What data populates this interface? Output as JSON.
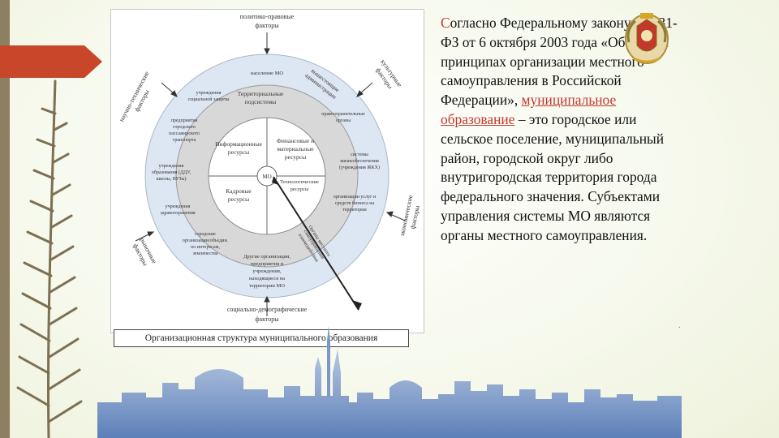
{
  "slide": {
    "caption": "Организационная структура муниципального образования",
    "text": {
      "first_letter": "С",
      "part1": "огласно Федеральному закону № 131-ФЗ от 6 октября 2003 года «Об общих принципах организации местного самоуправления в Российской Федерации», ",
      "highlight": "муниципальное образование",
      "part2": " – это городское или сельское поселение, муниципальный район, городской округ либо внутригородская территория города федерального значения. Субъектами управления системы МО являются органы местного самоуправления."
    },
    "dot": "."
  },
  "diagram": {
    "factors": {
      "top": [
        "политико-правовые",
        "факторы"
      ],
      "bottom": [
        "социально-демографические",
        "факторы"
      ],
      "left_top": [
        "научно-технические",
        "факторы"
      ],
      "right_top": [
        "культурные",
        "факторы"
      ],
      "right": [
        "экономические",
        "факторы"
      ],
      "left_bottom": [
        "рыночные",
        "факторы"
      ],
      "vyshestoyaschie": [
        "вышестоящие",
        "администрации"
      ]
    },
    "outer_ring": {
      "organy_mo": "население МО",
      "uchrezhdeniya_social": [
        "учреждения",
        "социальной защиты"
      ],
      "predpriyatiya_transport": [
        "предприятия",
        "городского",
        "пассажирского",
        "транспорта"
      ],
      "uchrezhdeniya_obrazovaniya": [
        "учреждения",
        "образования (ДДУ,",
        "школы, ВУЗы)"
      ],
      "uchrezhdeniya_zdravo": [
        "учреждения",
        "здравоохранения"
      ],
      "obschestvennye": [
        "городские",
        "организации/объедин.",
        "по интересам,",
        "землячества"
      ],
      "drugie": [
        "Другие организации,",
        "предприятия и",
        "учреждения,",
        "находящиеся на",
        "территории МО"
      ],
      "pravookhranitelnye": [
        "правоохранительные",
        "органы"
      ],
      "sistemy_zhkh": [
        "системы",
        "жизнеобеспечения",
        "(учреждения ЖКХ)"
      ],
      "organizatsii_uslug": [
        "организации услуг и",
        "средств бизнеса на",
        "территории"
      ]
    },
    "middle_ring": {
      "territorialnye": [
        "Территориальные",
        "подсистемы"
      ]
    },
    "inner": {
      "info": [
        "Информационные",
        "ресурсы"
      ],
      "fin": [
        "Финансовые и",
        "материальные",
        "ресурсы"
      ],
      "kadr": [
        "Кадровые",
        "ресурсы"
      ],
      "tech": [
        "Технологические",
        "ресурсы"
      ],
      "mo": "МО"
    },
    "diagonal": [
      "Органы местного",
      "самоуправления",
      "взаимодействие"
    ]
  }
}
